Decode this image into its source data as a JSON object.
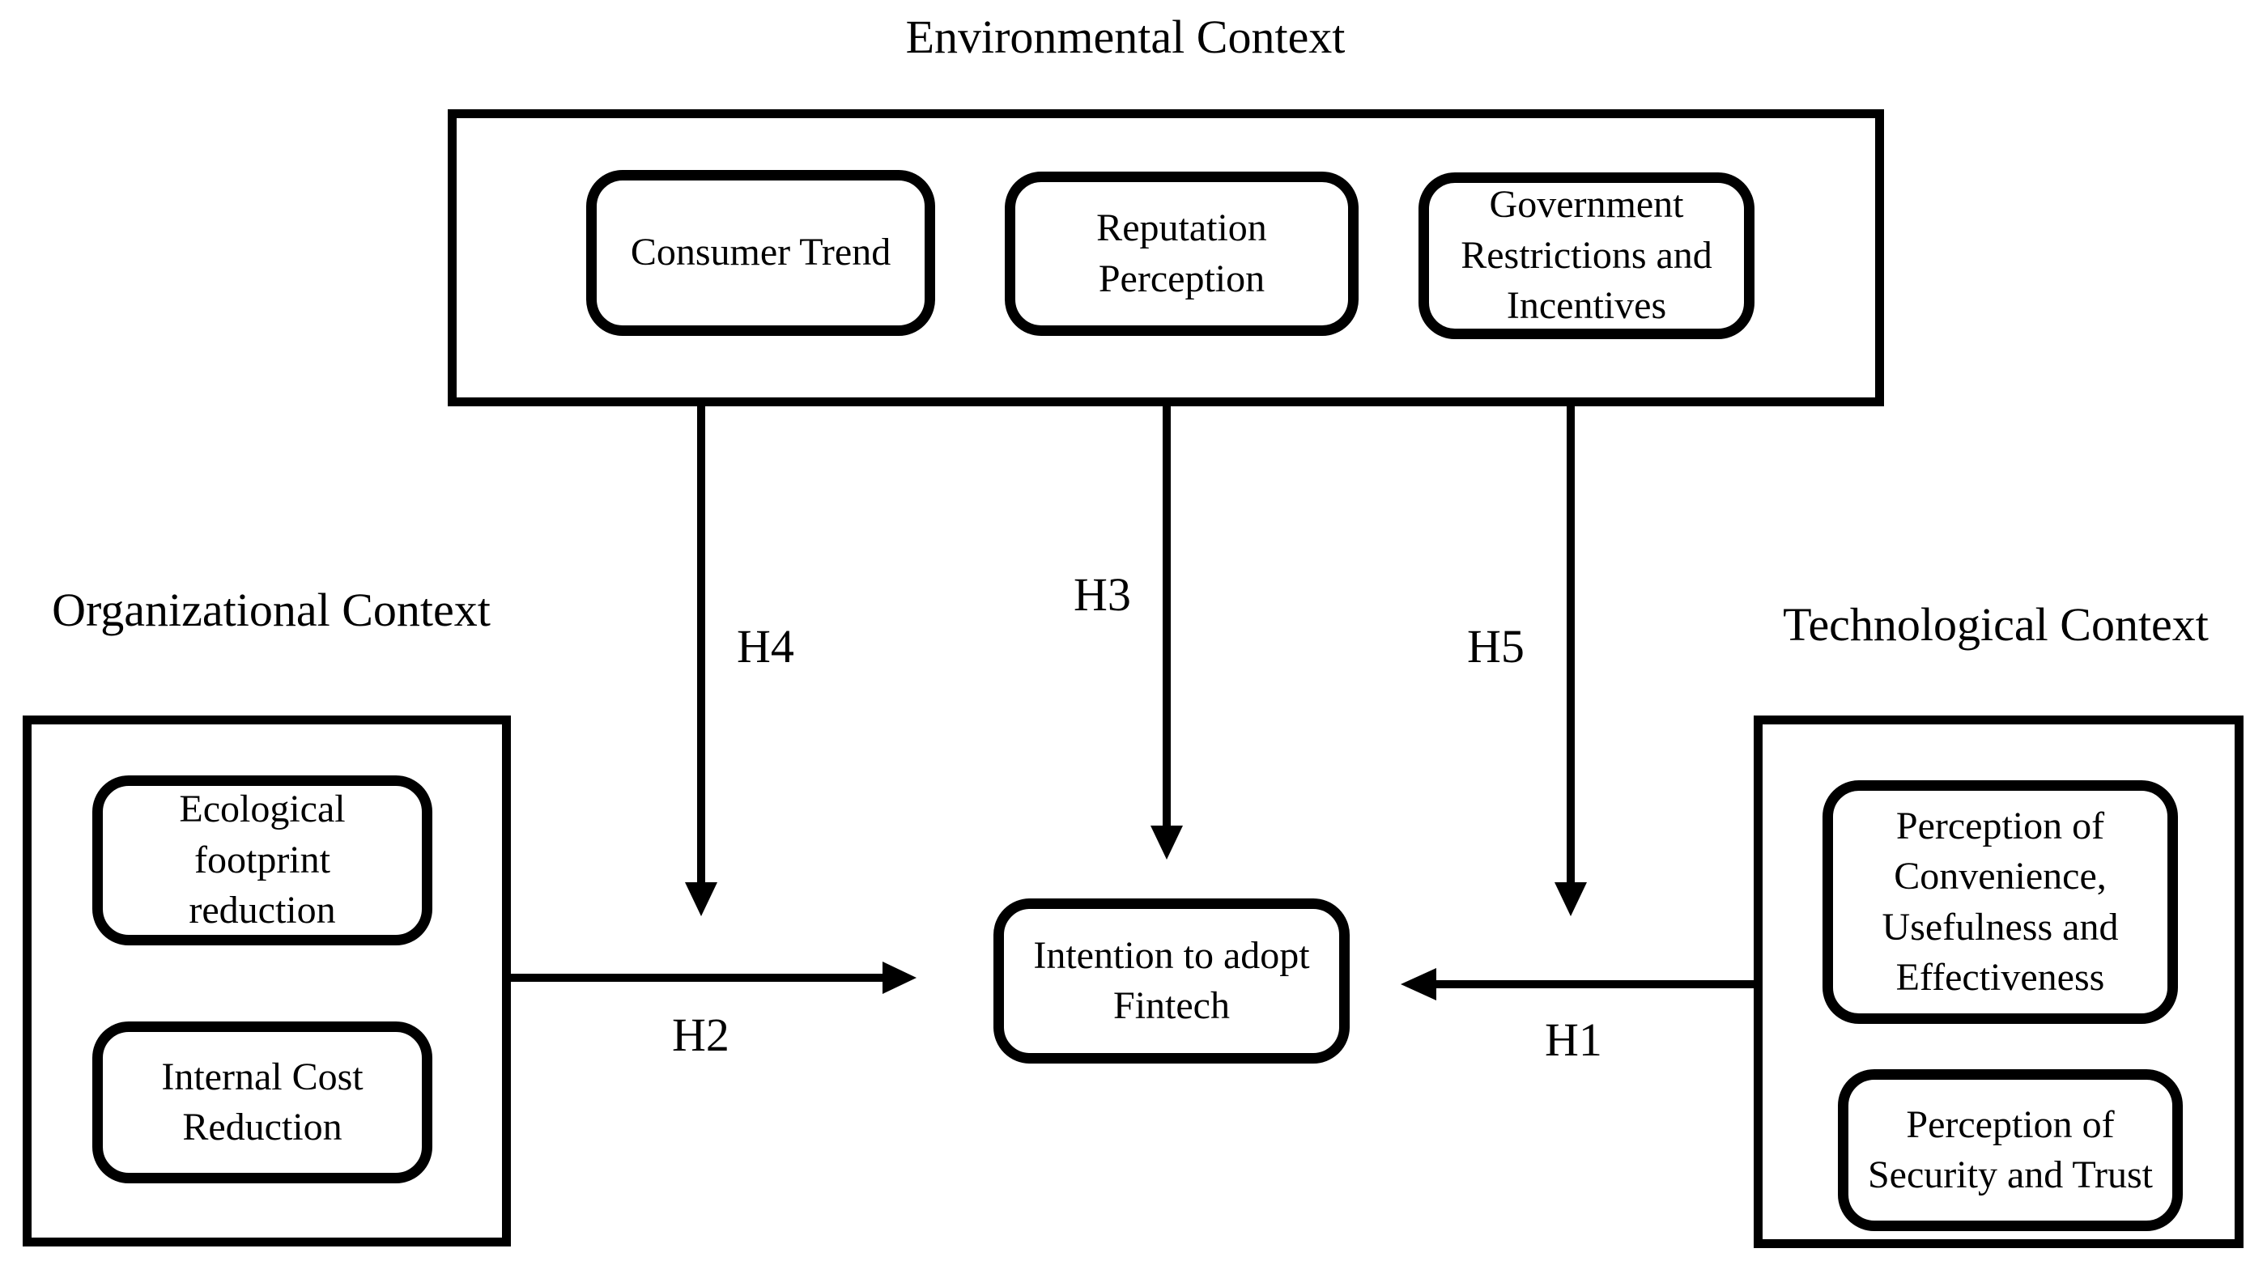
{
  "colors": {
    "ink": "#000000",
    "background": "#ffffff"
  },
  "diagram": {
    "environmental": {
      "title": "Environmental Context",
      "nodes": [
        {
          "label": "Consumer Trend",
          "lines": [
            "Consumer Trend"
          ]
        },
        {
          "label": "Reputation Perception",
          "lines": [
            "Reputation",
            "Perception"
          ]
        },
        {
          "label": "Government Restrictions and Incentives",
          "lines": [
            "Government",
            "Restrictions and",
            "Incentives"
          ]
        }
      ]
    },
    "organizational": {
      "title": "Organizational Context",
      "nodes": [
        {
          "label": "Ecological footprint reduction",
          "lines": [
            "Ecological",
            "footprint",
            "reduction"
          ]
        },
        {
          "label": "Internal Cost Reduction",
          "lines": [
            "Internal Cost",
            "Reduction"
          ]
        }
      ]
    },
    "technological": {
      "title": "Technological Context",
      "nodes": [
        {
          "label": "Perception of Convenience, Usefulness and Effectiveness",
          "lines": [
            "Perception of",
            "Convenience,",
            "Usefulness and",
            "Effectiveness"
          ]
        },
        {
          "label": "Perception of Security and Trust",
          "lines": [
            "Perception of",
            "Security and Trust"
          ]
        }
      ]
    },
    "outcome": {
      "label": "Intention to adopt Fintech",
      "lines": [
        "Intention to adopt",
        "Fintech"
      ]
    },
    "hypotheses": {
      "h1": "H1",
      "h2": "H2",
      "h3": "H3",
      "h4": "H4",
      "h5": "H5"
    }
  }
}
